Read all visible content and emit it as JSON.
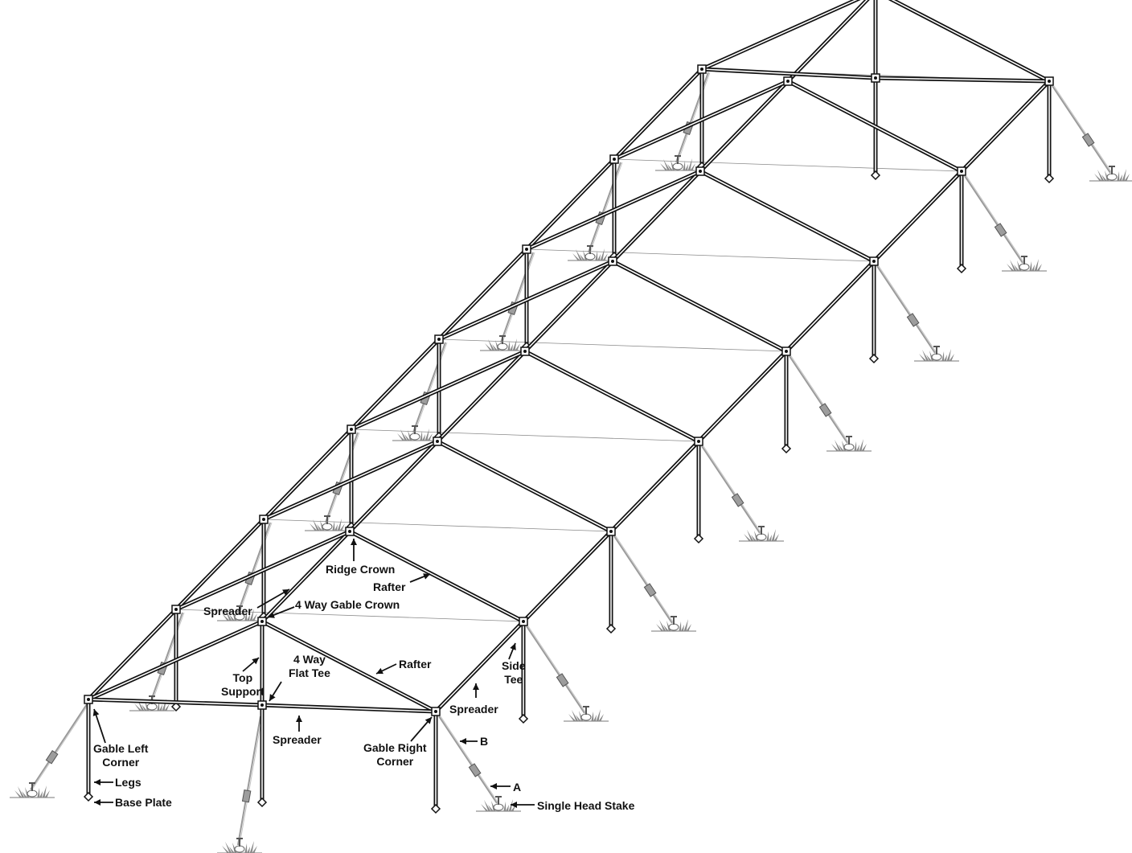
{
  "labels": {
    "ridge_crown": "Ridge Crown",
    "rafter_upper": "Rafter",
    "spreader_upper": "Spreader",
    "four_way_gable_crown": "4 Way Gable Crown",
    "four_way_flat_tee_1": "4 Way",
    "four_way_flat_tee_2": "Flat Tee",
    "top_support_1": "Top",
    "top_support_2": "Support",
    "rafter_lower": "Rafter",
    "side_tee_1": "Side",
    "side_tee_2": "Tee",
    "spreader_right": "Spreader",
    "spreader_bottom": "Spreader",
    "gable_left_corner_1": "Gable Left",
    "gable_left_corner_2": "Corner",
    "gable_right_corner_1": "Gable Right",
    "gable_right_corner_2": "Corner",
    "marker_b": "B",
    "marker_a": "A",
    "legs": "Legs",
    "base_plate": "Base Plate",
    "single_head_stake": "Single Head Stake"
  },
  "colors": {
    "frame": "#111111",
    "guy_line": "#9a9a9a",
    "grass": "#8a8a8a",
    "text": "#111111"
  },
  "structure": {
    "bays": 7,
    "frames": 8
  }
}
